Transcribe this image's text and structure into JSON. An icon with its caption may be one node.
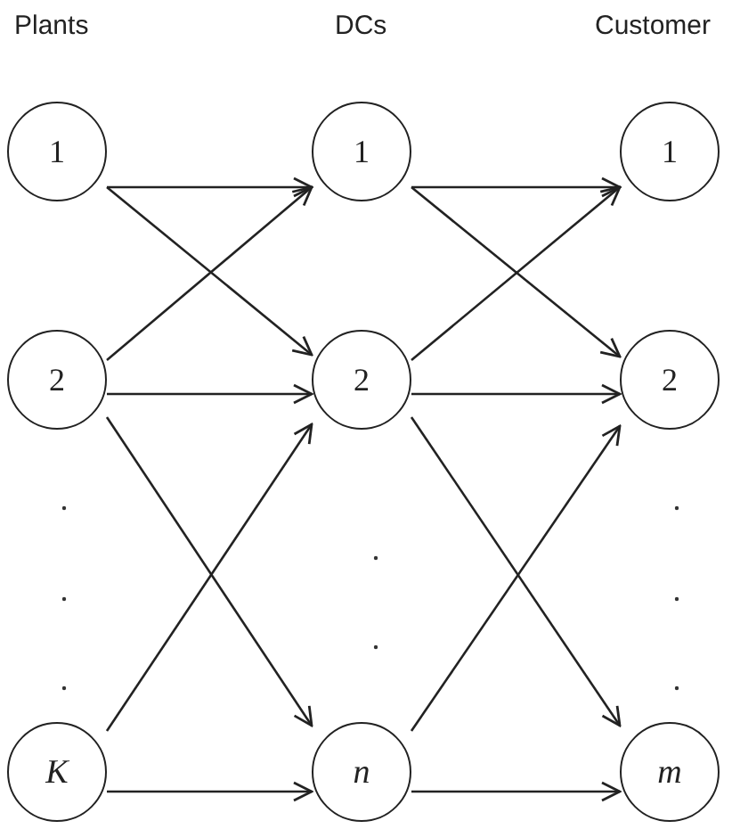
{
  "diagram": {
    "nodes": [
      {
        "text": [
          "1"
        ]
      },
      {
        "text": [
          "1"
        ]
      },
      {
        "text": [
          "1"
        ]
      },
      {
        "text": [
          "2"
        ]
      },
      {
        "text": [
          "2"
        ]
      },
      {
        "text": [
          "2"
        ]
      },
      {
        "text": [
          "K"
        ]
      },
      {
        "text": [
          "n"
        ]
      },
      {
        "text": [
          "m"
        ]
      }
    ],
    "edges": [
      {
        "from": 0,
        "to": 1,
        "arrow": "to"
      },
      {
        "from": 0,
        "to": 4,
        "arrow": "to"
      },
      {
        "from": 3,
        "to": 1,
        "arrow": "to"
      },
      {
        "from": 3,
        "to": 4,
        "arrow": "to"
      },
      {
        "from": 3,
        "to": 7,
        "arrow": "to"
      },
      {
        "from": 6,
        "to": 4,
        "arrow": "to"
      },
      {
        "from": 6,
        "to": 7,
        "arrow": "to"
      },
      {
        "from": 1,
        "to": 2,
        "arrow": "to"
      },
      {
        "from": 1,
        "to": 5,
        "arrow": "to"
      },
      {
        "from": 4,
        "to": 2,
        "arrow": "to"
      },
      {
        "from": 4,
        "to": 5,
        "arrow": "to"
      },
      {
        "from": 4,
        "to": 8,
        "arrow": "to"
      },
      {
        "from": 7,
        "to": 5,
        "arrow": "to"
      },
      {
        "from": 7,
        "to": 8,
        "arrow": "to"
      }
    ],
    "labels": [
      "Plants",
      "DCs",
      "Customer"
    ]
  }
}
